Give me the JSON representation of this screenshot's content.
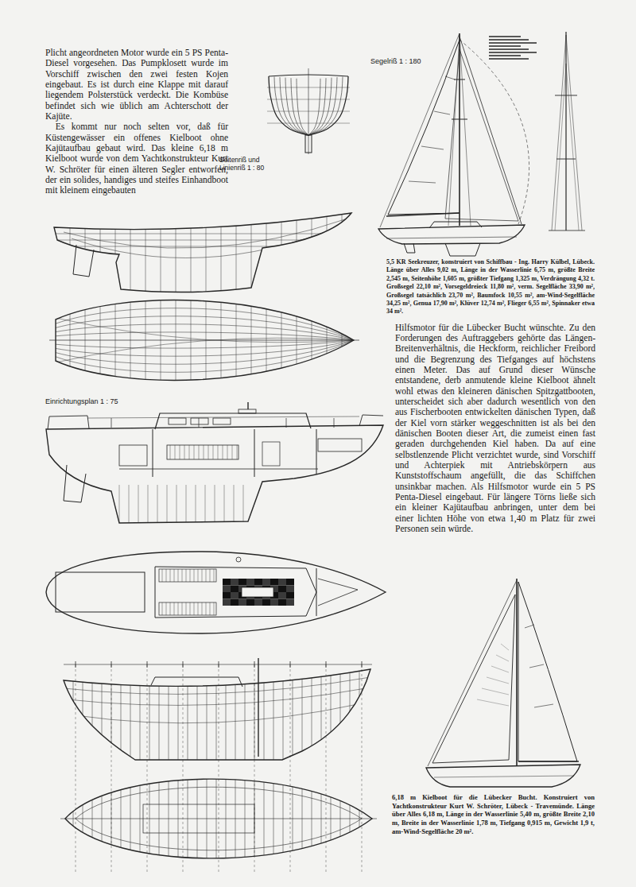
{
  "diagram": {
    "labels": [
      "Plicht angeordneten Motor wurde ein 5 PS Penta-Diesel vorgesehen. Das Pumpklosett wurde im Vorschiff zwischen den zwei festen Kojen eingebaut. Es ist durch eine Klappe mit darauf liegendem Polsterstück verdeckt. Die Kombüse befindet sich wie üblich am Achterschott der Kajüte.",
      "Es kommt nur noch selten vor, daß für Küstengewässer ein offenes Kielboot ohne Kajütaufbau gebaut wird. Das kleine 6,18 m Kielboot wurde von dem Yachtkonstrukteur Kurt W. Schröter für einen älteren Segler entworfen, der ein solides, handiges und steifes Einhandboot mit kleinem eingebauten",
      "Seitenriß und Linienriß 1 : 80",
      "Segelriß 1 : 180",
      "5,5 KR Seekreuzer, konstruiert von Schiffbau - Ing. Harry Külbel, Lübeck. Länge über Alles 9,02 m, Länge in der Wasserlinie 6,75 m, größte Breite 2,545 m, Seitenhöhe 1,605 m, größter Tiefgang 1,325 m, Verdrängung 4,32 t. Großsegel 22,10 m², Vorsegeldreieck 11,80 m², verm. Segelfläche 33,90 m², Großsegel tatsächlich 23,70 m², Baumfock 10,55 m², am-Wind-Segelfläche 34,25 m², Genua 17,90 m², Klüver 12,74 m², Flieger 6,55 m², Spinnaker etwa 34 m².",
      "Einrichtungsplan 1 : 75",
      "Hilfsmotor für die Lübecker Bucht wünschte. Zu den Forderungen des Auftraggebers gehörte das Längen-Breitenverhältnis, die Heckform, reichlicher Freibord und die Begrenzung des Tiefganges auf höchstens einen Meter. Das auf Grund dieser Wünsche entstandene, derb anmutende kleine Kielboot ähnelt wohl etwas den kleineren dänischen Spitzgattbooten, unterscheidet sich aber dadurch wesentlich von den aus Fischerbooten entwickelten dänischen Typen, daß der Kiel vorn stärker weggeschnitten ist als bei den dänischen Booten dieser Art, die zumeist einen fast geraden durchgehenden Kiel haben. Da auf eine selbstlenzende Plicht verzichtet wurde, sind Vorschiff und Achterpiek mit Antriebskörpern aus Kunststoffschaum angefüllt, die das Schiffchen unsinkbar machen. Als Hilfsmotor wurde ein 5 PS Penta-Diesel eingebaut. Für längere Törns ließe sich ein kleiner Kajütaufbau anbringen, unter dem bei einer lichten Höhe von etwa 1,40 m Platz für zwei Personen sein würde.",
      "6,18 m Kielboot für die Lübecker Bucht. Konstruiert von Yachtkonstrukteur Kurt W. Schröter, Lübeck - Travemünde. Länge über Alles 6,18 m, Länge in der Wasserlinie 5,40 m, größte Breite 2,10 m, Breite in der Wasserlinie 1,78 m, Tiefgang 0,915 m, Gewicht 1,9 t, am-Wind-Segelfläche 20 m²."
    ]
  }
}
